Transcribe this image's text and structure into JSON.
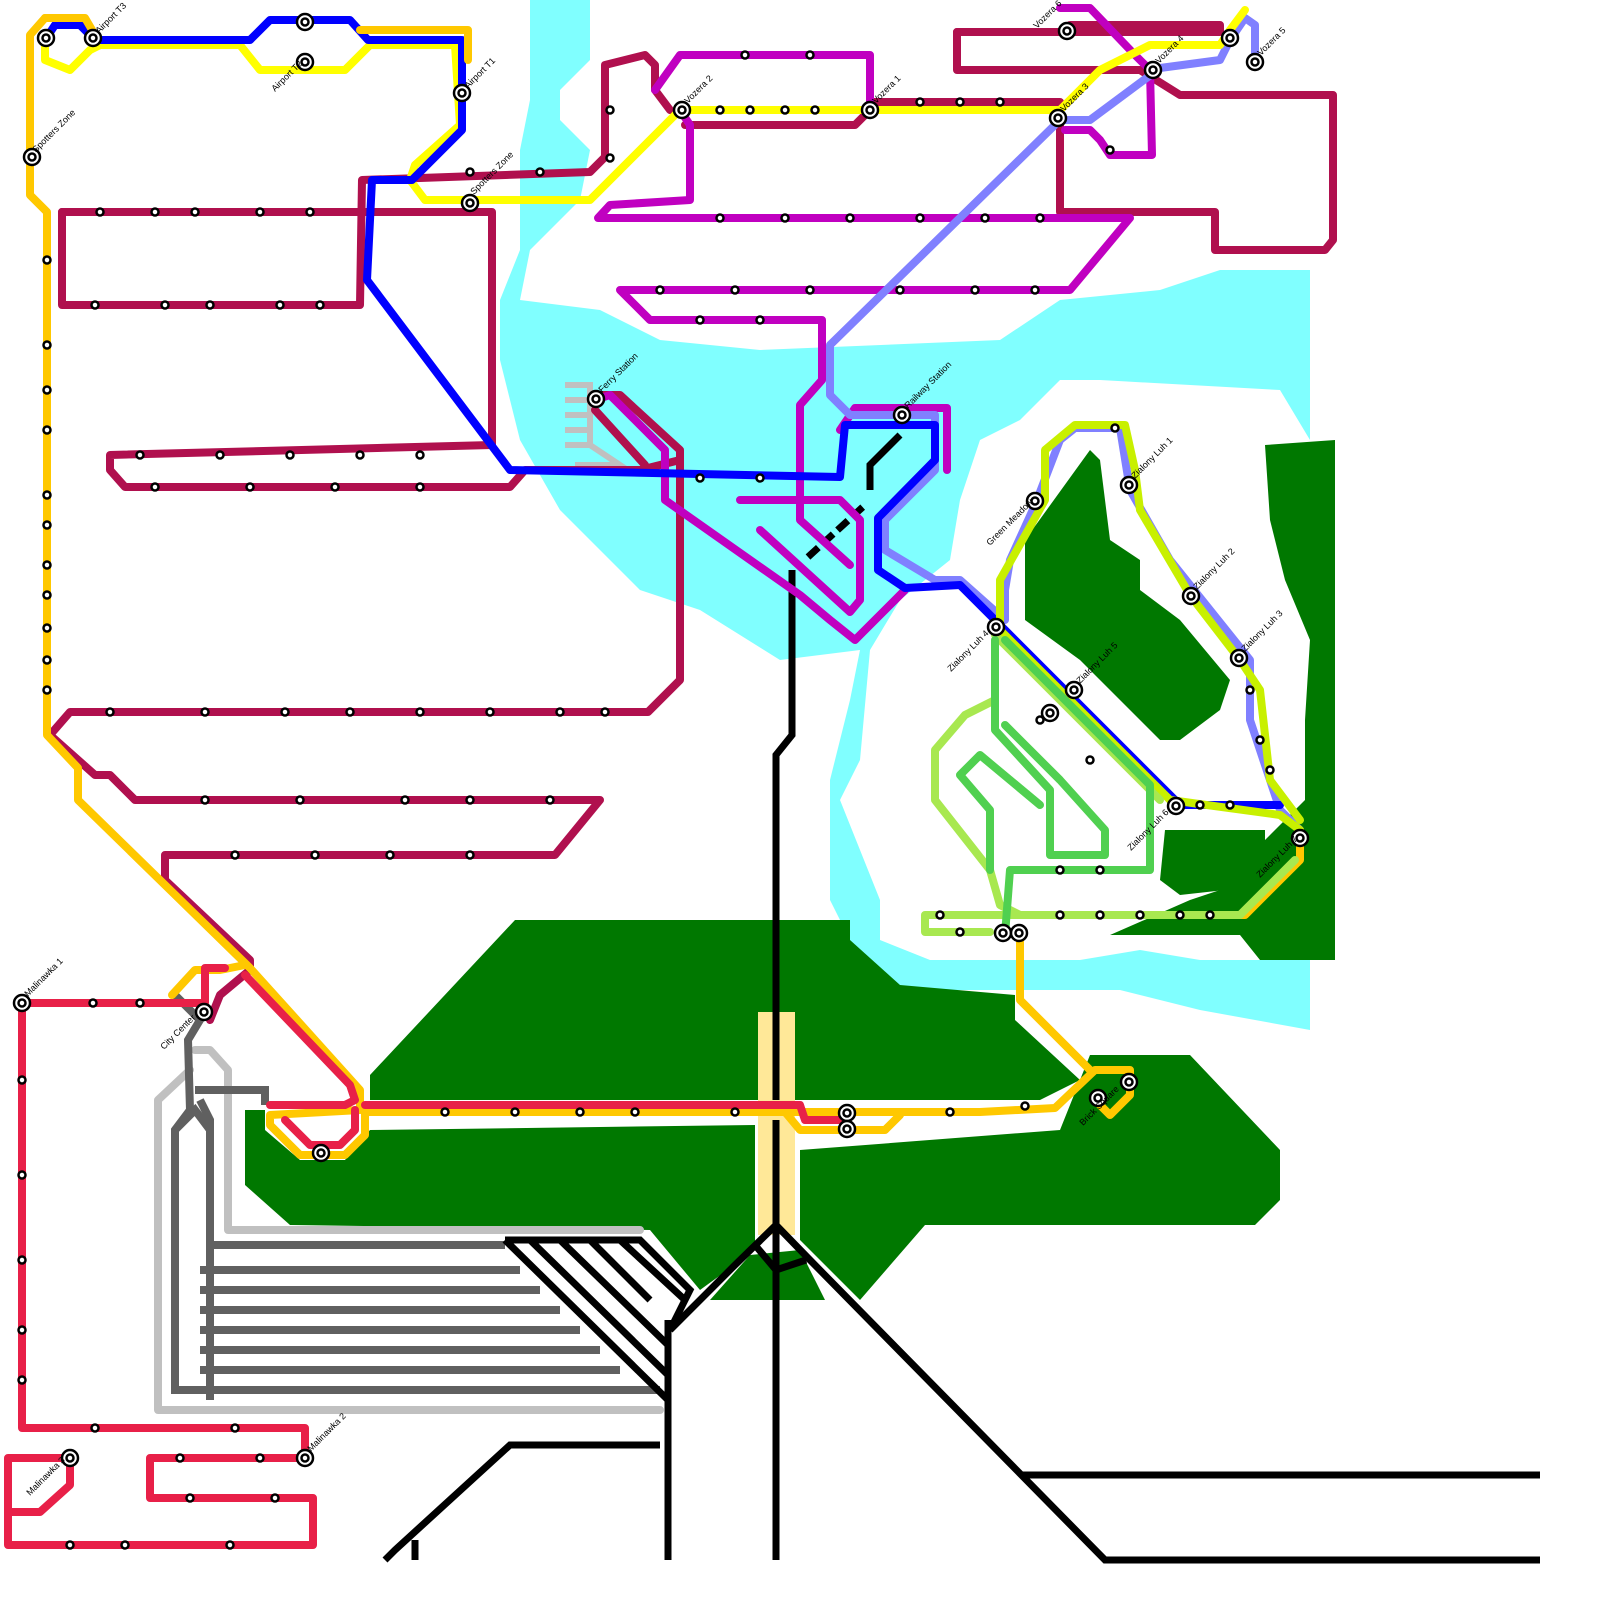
{
  "colors": {
    "water": "#80ffff",
    "park": "#007800",
    "yellow_line": "#ffff00",
    "blue_line": "#0000ff",
    "orange_line": "#ffc800",
    "maroon_line": "#b0104e",
    "magenta_line": "#c000c0",
    "lavender_line": "#8080ff",
    "lime_line": "#c8f000",
    "lightgreen_line": "#a8e850",
    "green_line": "#50d050",
    "red_line": "#e82048",
    "gray_line": "#606060",
    "lightgray_line": "#c0c0c0",
    "rail": "#000000",
    "sand": "#ffe898"
  },
  "stations": {
    "airport_t3": "Airport T3",
    "airport_t2": "Airport T2",
    "airport_t1": "Airport T1",
    "spotters_zone_1": "Spotters Zone",
    "spotters_zone_2": "Spotters Zone",
    "ferry_station": "Ferry Station",
    "vozera_1": "Vozera 1",
    "vozera_2": "Vozera 2",
    "vozera_3": "Vozera 3",
    "vozera_4": "Vozera 4",
    "vozera_5": "Vozera 5",
    "vozera_6": "Vozera 6",
    "railway_station": "Railway Station",
    "green_meadow": "Green Meadow",
    "zialony_luh_1": "Zialony Luh 1",
    "zialony_luh_2": "Zialony Luh 2",
    "zialony_luh_3": "Zialony Luh 3",
    "zialony_luh_4": "Zialony Luh 4",
    "zialony_luh_5": "Zialony Luh 5",
    "zialony_luh_6": "Zialony Luh 6",
    "zialony_luh_7": "Zialony Luh 7",
    "city_center": "City Center",
    "malinawka_1": "Malinawka 1",
    "malinawka_2": "Malinawka 2",
    "malinawka_3": "Malinawka 3",
    "brick_square": "Brick Square"
  }
}
